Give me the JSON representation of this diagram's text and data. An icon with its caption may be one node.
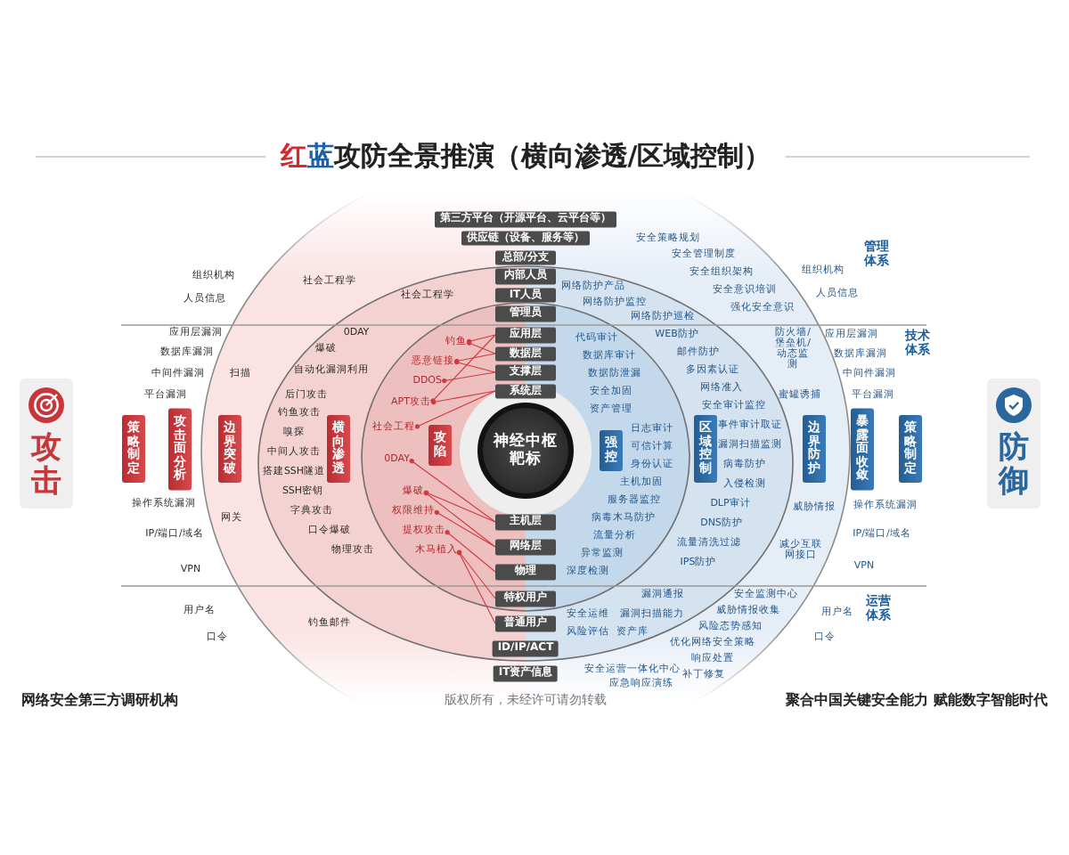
{
  "diagram": {
    "title": "红蓝攻防全景推演（横向渗透/区域控制）",
    "nodes": [
      {
        "text": [
          "攻击"
        ]
      },
      {
        "text": [
          "策略制定"
        ]
      },
      {
        "text": [
          "攻击面分析"
        ]
      },
      {
        "text": [
          "边界突破"
        ]
      },
      {
        "text": [
          "横向渗透"
        ]
      },
      {
        "text": [
          "攻陷"
        ]
      },
      {
        "text": [
          "第三方平台（开源平台、云平台等）"
        ]
      },
      {
        "text": [
          "供应链（设备、服务等）"
        ]
      },
      {
        "text": [
          "总部/分支"
        ]
      },
      {
        "text": [
          "内部人员"
        ]
      },
      {
        "text": [
          "IT人员"
        ]
      },
      {
        "text": [
          "管理员"
        ]
      },
      {
        "text": [
          "应用层"
        ]
      },
      {
        "text": [
          "数据层"
        ]
      },
      {
        "text": [
          "支撑层"
        ]
      },
      {
        "text": [
          "系统层"
        ]
      },
      {
        "text": [
          "神经中枢靶标"
        ]
      },
      {
        "text": [
          "主机层"
        ]
      },
      {
        "text": [
          "网络层"
        ]
      },
      {
        "text": [
          "物理"
        ]
      },
      {
        "text": [
          "特权用户"
        ]
      },
      {
        "text": [
          "普通用户"
        ]
      },
      {
        "text": [
          "ID/IP/ACT"
        ]
      },
      {
        "text": [
          "IT资产信息"
        ]
      },
      {
        "text": [
          "强控"
        ]
      },
      {
        "text": [
          "区域控制"
        ]
      },
      {
        "text": [
          "边界防护"
        ]
      },
      {
        "text": [
          "暴露面收敛"
        ]
      },
      {
        "text": [
          "策略制定"
        ]
      },
      {
        "text": [
          "防御"
        ]
      },
      {
        "text": [
          "钓鱼"
        ]
      },
      {
        "text": [
          "恶意链接"
        ]
      },
      {
        "text": [
          "DDOS"
        ]
      },
      {
        "text": [
          "APT攻击"
        ]
      },
      {
        "text": [
          "社会工程"
        ]
      },
      {
        "text": [
          "0DAY"
        ]
      },
      {
        "text": [
          "爆破"
        ]
      },
      {
        "text": [
          "权限维持"
        ]
      },
      {
        "text": [
          "提权攻击"
        ]
      },
      {
        "text": [
          "木马植入"
        ]
      }
    ],
    "edges": [
      {
        "from": 30,
        "to": 12,
        "arrow": "other"
      },
      {
        "from": 30,
        "to": 13,
        "arrow": "other"
      },
      {
        "from": 31,
        "to": 13,
        "arrow": "other"
      },
      {
        "from": 31,
        "to": 14,
        "arrow": "other"
      },
      {
        "from": 32,
        "to": 14,
        "arrow": "other"
      },
      {
        "from": 33,
        "to": 15,
        "arrow": "other"
      },
      {
        "from": 33,
        "to": 12,
        "arrow": "other"
      },
      {
        "from": 34,
        "to": 15,
        "arrow": "other"
      },
      {
        "from": 35,
        "to": 17,
        "arrow": "other"
      },
      {
        "from": 36,
        "to": 17,
        "arrow": "other"
      },
      {
        "from": 36,
        "to": 18,
        "arrow": "other"
      },
      {
        "from": 37,
        "to": 18,
        "arrow": "other"
      },
      {
        "from": 38,
        "to": 19,
        "arrow": "other"
      },
      {
        "from": 39,
        "to": 20,
        "arrow": "other"
      },
      {
        "from": 39,
        "to": 21,
        "arrow": "other"
      }
    ],
    "labels": [
      "组织机构",
      "社会工程学",
      "社会工程学",
      "人员信息",
      "安全策略规划",
      "安全管理制度",
      "管理体系",
      "组织机构",
      "安全组织架构",
      "网络防护产品",
      "安全意识培训",
      "人员信息",
      "网络防护监控",
      "强化安全意识",
      "网络防护巡检",
      "应用层漏洞",
      "0DAY",
      "代码审计",
      "WEB防护",
      "防火墙/堡垒机/动态监测",
      "应用层漏洞",
      "技术体系",
      "爆破",
      "数据库漏洞",
      "数据库审计",
      "邮件防护",
      "数据库漏洞",
      "自动化漏洞利用",
      "中间件漏洞",
      "扫描",
      "数据防泄漏",
      "多因素认证",
      "中间件漏洞",
      "网络准入",
      "安全加固",
      "后门攻击",
      "平台漏洞",
      "蜜罐诱捕",
      "平台漏洞",
      "安全审计监控",
      "资产管理",
      "钓鱼攻击",
      "事件审计取证",
      "日志审计",
      "嗅探",
      "漏洞扫描监测",
      "可信计算",
      "中间人攻击",
      "病毒防护",
      "身份认证",
      "搭建SSH隧道",
      "主机加固",
      "入侵检测",
      "SSH密钥",
      "服务器监控",
      "操作系统漏洞",
      "DLP审计",
      "操作系统漏洞",
      "威胁情报",
      "字典攻击",
      "网关",
      "病毒木马防护",
      "DNS防护",
      "口令爆破",
      "IP/端口/域名",
      "流量分析",
      "IP/端口/域名",
      "流量清洗过滤",
      "减少互联网接口",
      "物理攻击",
      "异常监测",
      "IPS防护",
      "VPN",
      "VPN",
      "深度检测",
      "漏洞通报",
      "安全监测中心",
      "运营体系",
      "用户名",
      "威胁情报收集",
      "用户名",
      "安全运维",
      "漏洞扫描能力",
      "钓鱼邮件",
      "风险态势感知",
      "风险评估",
      "资产库",
      "口令",
      "口令",
      "优化网络安全策略",
      "响应处置",
      "安全运营一体化中心",
      "补丁修复",
      "应急响应演练",
      "网络安全第三方调研机构",
      "版权所有，未经许可请勿转载",
      "聚合中国关键安全能力 赋能数字智能时代"
    ]
  }
}
